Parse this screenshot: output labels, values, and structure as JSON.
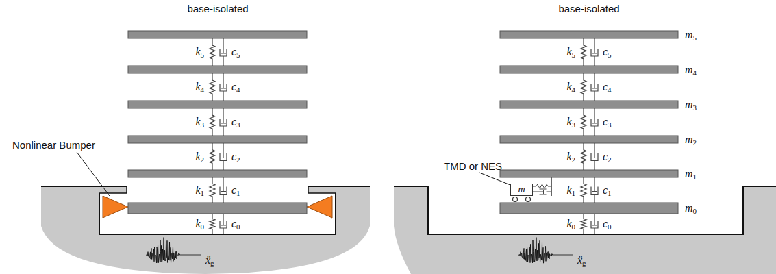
{
  "diagram": {
    "nodes": [
      {
        "text": [
          "m"
        ]
      }
    ],
    "labels": [
      "base-isolated",
      "Nonlinear Bumper",
      "k5",
      "c5",
      "k4",
      "c4",
      "k3",
      "c3",
      "k2",
      "c2",
      "k1",
      "c1",
      "k0",
      "c0",
      "ẍg",
      "base-isolated",
      "m5",
      "k5",
      "c5",
      "m4",
      "k4",
      "c4",
      "m3",
      "k3",
      "c3",
      "m2",
      "k2",
      "c2",
      "m1",
      "k1",
      "c1",
      "TMD or NES",
      "m0",
      "k0",
      "c0",
      "ẍg"
    ]
  }
}
